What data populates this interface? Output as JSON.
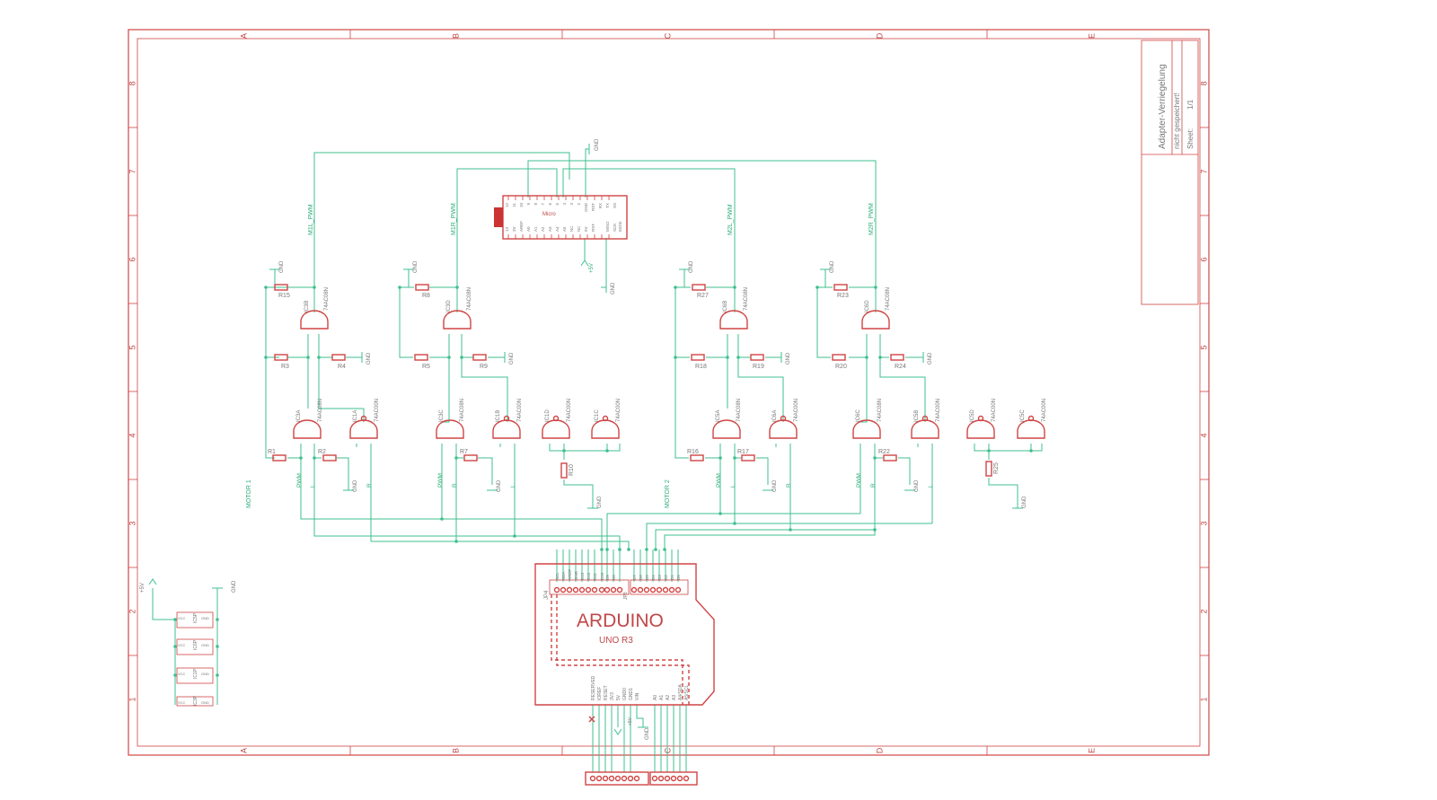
{
  "frame": {
    "cols": [
      "A",
      "B",
      "C",
      "D",
      "E"
    ],
    "rows": [
      "8",
      "7",
      "6",
      "5",
      "4",
      "3",
      "2",
      "1"
    ]
  },
  "title_block": {
    "title": "Adapter-Verriegelung",
    "note": "nicht gespeichert!",
    "sheet_label": "Sheet:",
    "sheet_value": "1/1"
  },
  "micro": {
    "name": "Micro",
    "top_pins": [
      "13",
      "3V",
      "AREF",
      "A0",
      "A1",
      "A2",
      "A3",
      "A4",
      "A5",
      "NC",
      "NC",
      "5V",
      "RST",
      "GND",
      "VIN"
    ],
    "top_pins2": [
      "12",
      "11",
      "10",
      "9",
      "8",
      "7",
      "6",
      "5",
      "4",
      "3",
      "2",
      "GND",
      "RST",
      "RX",
      "TX"
    ],
    "bottom_pins": [
      "MISO",
      "SCK",
      "MOSI",
      "SS"
    ],
    "power": "+5V",
    "gnd": "GND"
  },
  "labels": {
    "motor1": "MOTOR 1",
    "motor2": "MOTOR 2",
    "m1l_pwm": "M1L_PWM",
    "m1r_pwm": "M1R_PWM",
    "m2l_pwm": "M2L_PWM",
    "m2r_pwm": "M2R_PWM",
    "pwm": "PWM",
    "l": "L",
    "r": "R",
    "gnd": "GND",
    "plus5v": "+5V"
  },
  "gates": {
    "and_chip": "74AC08N",
    "nand_chip": "74AC00N",
    "ic3b": "IC3B",
    "ic3a": "IC3A",
    "ic1a": "IC1A",
    "ic3d": "IC3D",
    "ic3c": "IC3C",
    "ic1b": "IC1B",
    "ic1d": "IC1D",
    "ic1c": "IC1C",
    "ic6b": "IC6B",
    "ic5a": "IC5A",
    "ic6a": "IC6A",
    "ic6d": "IC6D",
    "ic6c": "IC6C",
    "ic5b": "IC5B",
    "ic5d": "IC5D",
    "ic5c": "IC5C"
  },
  "resistors": {
    "r1": "R1",
    "r2": "R2",
    "r3": "R3",
    "r4": "R4",
    "r5": "R5",
    "r7": "R7",
    "r8": "R8",
    "r9": "R9",
    "r10": "R10",
    "r15": "R15",
    "r16": "R16",
    "r17": "R17",
    "r18": "R18",
    "r19": "R19",
    "r20": "R20",
    "r22": "R22",
    "r23": "R23",
    "r24": "R24",
    "r25": "R25",
    "r27": "R27"
  },
  "power_block": {
    "vcc": "VCC",
    "gnd": "GND",
    "parts": [
      "IC5P",
      "IC6P",
      "IC1P",
      "IC3P"
    ],
    "supply": "+5V"
  },
  "arduino": {
    "name": "ARDUINO",
    "model": "UNO R3",
    "jp4": "JP4",
    "jp3": "JP3",
    "header_left": [
      "SCL",
      "SDA",
      "AREF",
      "GND",
      "D13",
      "D12",
      "D11",
      "D10",
      "D9",
      "D8"
    ],
    "header_right": [
      "D7",
      "D6",
      "D5",
      "D4",
      "D3",
      "D2",
      "D1",
      "D0"
    ],
    "bottom_left": [
      "RESERVED",
      "IOREF",
      "RESET",
      "3V3",
      "5V",
      "GND0",
      "GND1",
      "VIN"
    ],
    "bottom_right": [
      "A0",
      "A1",
      "A2",
      "A3",
      "A4/SDA",
      "A5/SCL"
    ]
  }
}
